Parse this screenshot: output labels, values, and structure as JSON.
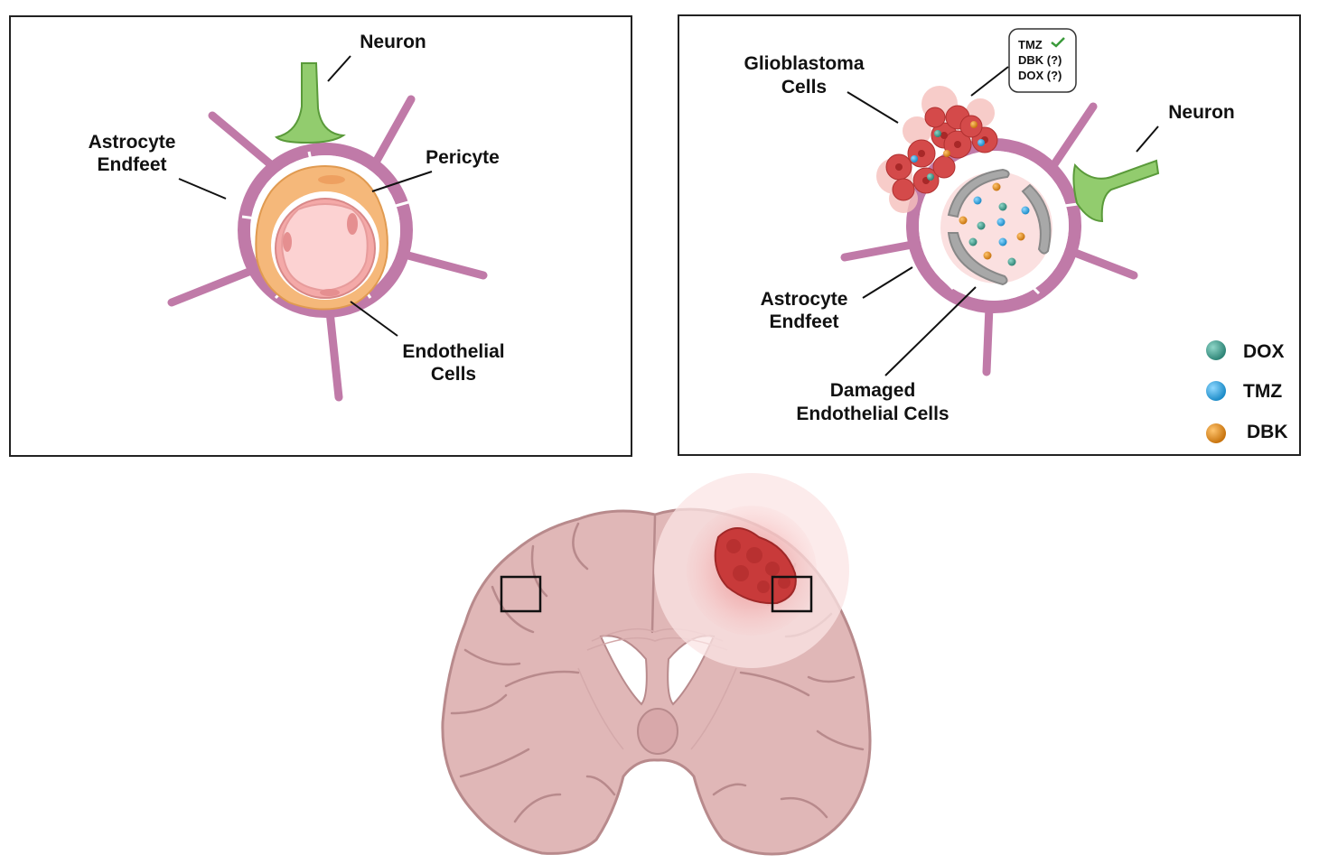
{
  "left_panel": {
    "neuron": "Neuron",
    "astrocyte_1": "Astrocyte",
    "astrocyte_2": "Endfeet",
    "pericyte": "Pericyte",
    "endothelial_1": "Endothelial",
    "endothelial_2": "Cells"
  },
  "right_panel": {
    "glioblastoma_1": "Glioblastoma",
    "glioblastoma_2": "Cells",
    "neuron": "Neuron",
    "astrocyte_1": "Astrocyte",
    "astrocyte_2": "Endfeet",
    "damaged_1": "Damaged",
    "damaged_2": "Endothelial Cells",
    "callout": [
      "TMZ",
      "DBK (?)",
      "DOX (?)"
    ]
  },
  "legend": [
    {
      "label": "DOX",
      "color": "#3a9a8a"
    },
    {
      "label": "TMZ",
      "color": "#2aa7e0"
    },
    {
      "label": "DBK",
      "color": "#e08a1e"
    }
  ],
  "colors": {
    "astrocyte": "#c07aa8",
    "neuron": "#92cc6e",
    "pericyte": "#f5b87a",
    "endothelial": "#f4a9a8",
    "damaged": "#a8a8a8",
    "brain": "#e0b7b7",
    "tumor": "#c83a3a"
  }
}
